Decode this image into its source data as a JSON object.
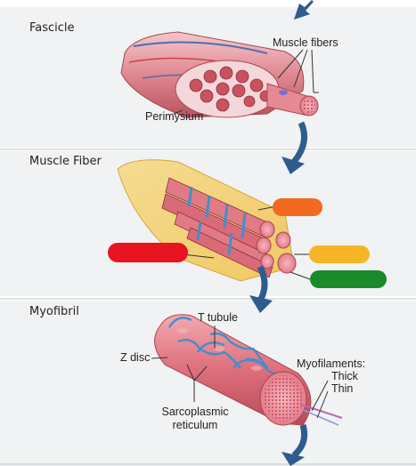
{
  "panels": {
    "fascicle": {
      "heading": "Fascicle",
      "labels": {
        "muscle_fibers": "Muscle fibers",
        "perimysium": "Perimysium"
      }
    },
    "muscle_fiber": {
      "heading": "Muscle Fiber",
      "highlight_colors": {
        "orange": "#f26a1f",
        "red": "#e8141f",
        "yellow": "#f6b526",
        "green": "#1a8a2a"
      }
    },
    "myofibril": {
      "heading": "Myofibril",
      "labels": {
        "t_tubule": "T tubule",
        "z_disc": "Z disc",
        "sarcoplasmic_line1": "Sarcoplasmic",
        "sarcoplasmic_line2": "reticulum",
        "myofilaments": "Myofilaments:",
        "thick": "Thick",
        "thin": "Thin"
      }
    }
  },
  "colors": {
    "panel_bg": "#f1f2f3",
    "arrow": "#2f5c8e",
    "muscle": "#e07b85",
    "muscle_dark": "#b84a57",
    "blue_tubule": "#3f8fce"
  }
}
